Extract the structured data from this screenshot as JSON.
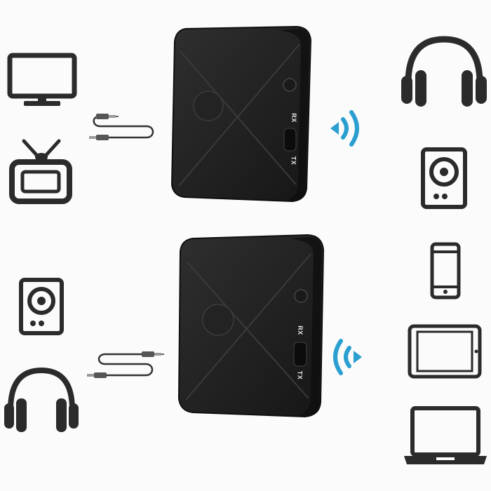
{
  "colors": {
    "icon": "#2b2b2b",
    "device_body": "#1c1c1c",
    "device_edge": "#0f0f0f",
    "wave": "#2a9fd0",
    "background": "#fbfbfb"
  },
  "top_panel": {
    "source_icons": [
      "monitor-icon",
      "tv-icon"
    ],
    "output_icons": [
      "headphones-icon",
      "speaker-icon"
    ],
    "device": {
      "switch_label_rx": "RX",
      "switch_label_tx": "TX"
    }
  },
  "bottom_panel": {
    "source_icons": [
      "speaker-icon",
      "headphones-icon"
    ],
    "output_icons": [
      "smartphone-icon",
      "tablet-icon",
      "laptop-icon"
    ],
    "device": {
      "switch_label_rx": "RX",
      "switch_label_tx": "TX"
    }
  }
}
